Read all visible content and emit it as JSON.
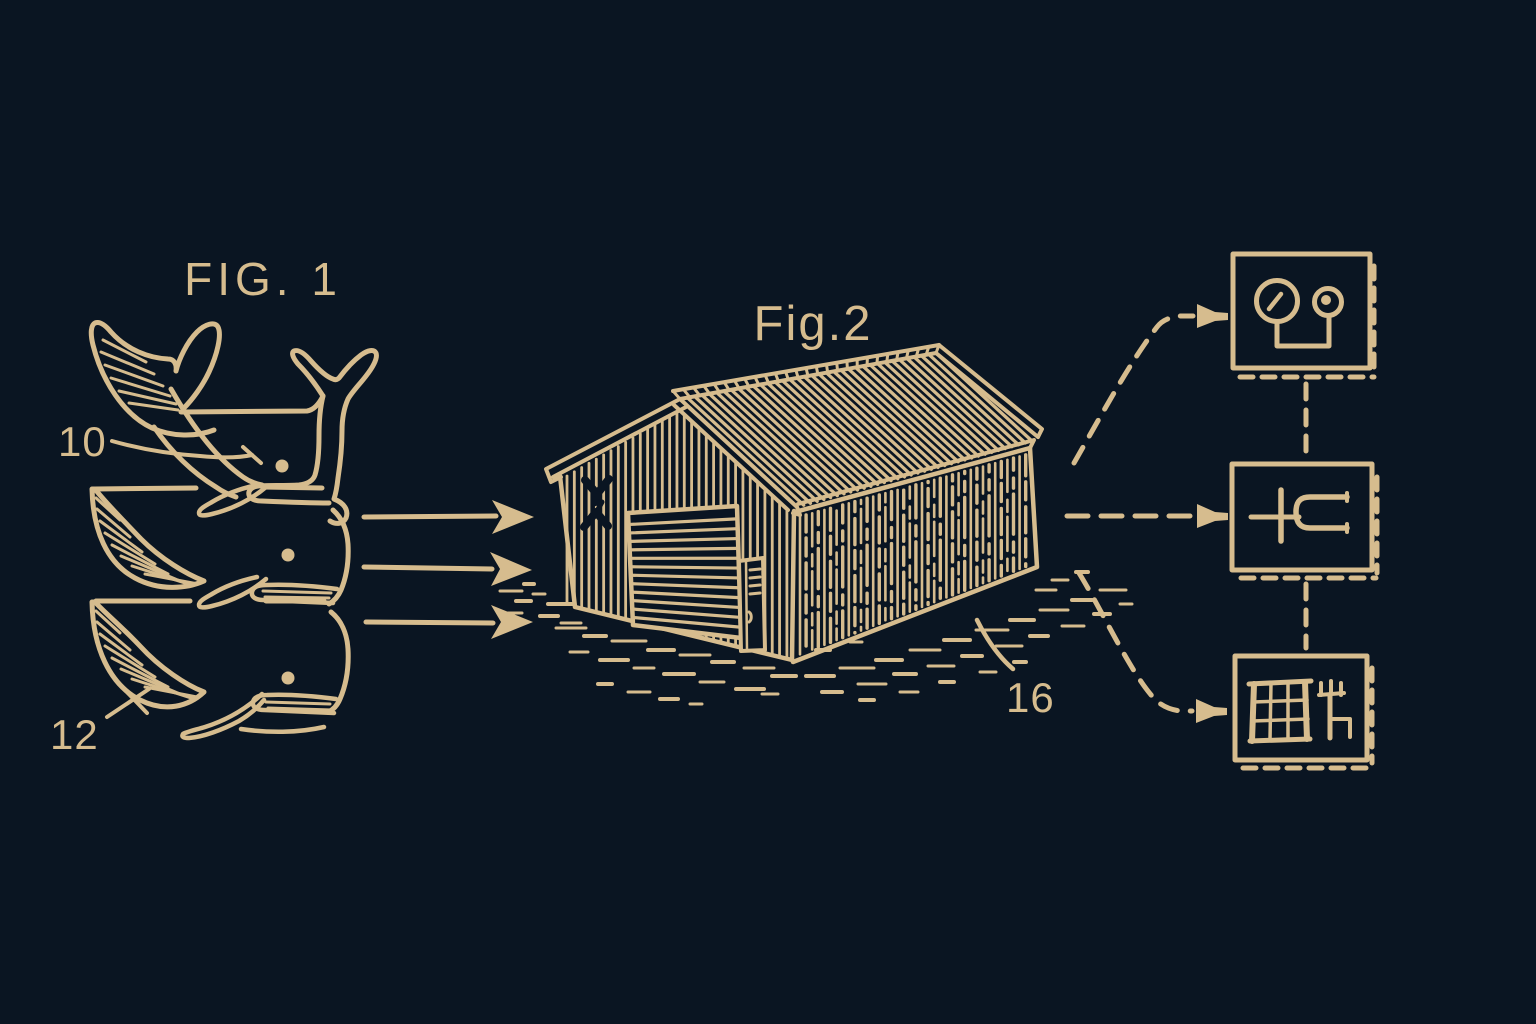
{
  "colors": {
    "background": "#0a1522",
    "ink": "#d6bc8e"
  },
  "fig1": {
    "title": "FIG. 1",
    "whale_count": 3,
    "labels": [
      {
        "text": "10",
        "target": "whale-top"
      },
      {
        "text": "12",
        "target": "whale-bottom"
      }
    ]
  },
  "flow": {
    "arrow_count": 3
  },
  "fig2": {
    "title": "Fig.2",
    "building": "warehouse",
    "label": "16"
  },
  "output_boxes": [
    {
      "icon": "dual-gauge-icon"
    },
    {
      "icon": "plug-connector-icon"
    },
    {
      "icon": "factory-window-fork-icon"
    }
  ]
}
